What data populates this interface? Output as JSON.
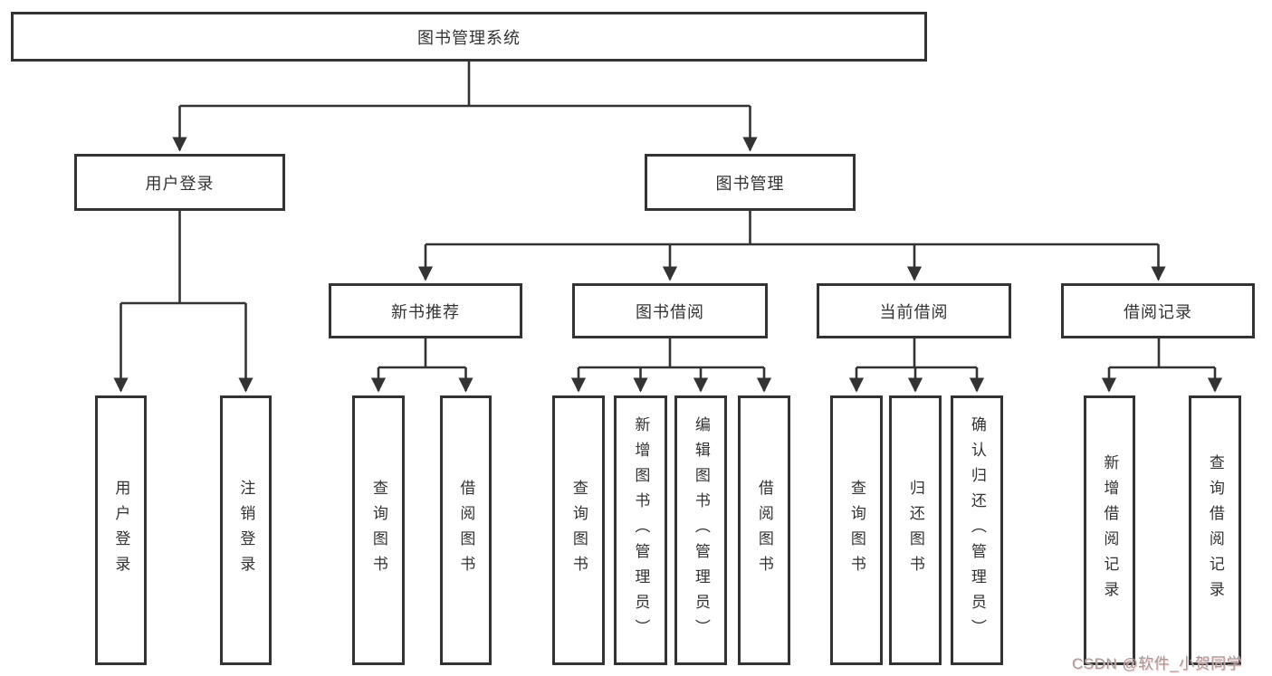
{
  "tree": {
    "label": "图书管理系统",
    "children": [
      {
        "label": "用户登录",
        "children": [
          {
            "label": "用户登录"
          },
          {
            "label": "注销登录"
          }
        ]
      },
      {
        "label": "图书管理",
        "children": [
          {
            "label": "新书推荐",
            "children": [
              {
                "label": "查询图书"
              },
              {
                "label": "借阅图书"
              }
            ]
          },
          {
            "label": "图书借阅",
            "children": [
              {
                "label": "查询图书"
              },
              {
                "label": "新增图书（管理员）"
              },
              {
                "label": "编辑图书（管理员）"
              },
              {
                "label": "借阅图书"
              }
            ]
          },
          {
            "label": "当前借阅",
            "children": [
              {
                "label": "查询图书"
              },
              {
                "label": "归还图书"
              },
              {
                "label": "确认归还（管理员）"
              }
            ]
          },
          {
            "label": "借阅记录",
            "children": [
              {
                "label": "新增借阅记录"
              },
              {
                "label": "查询借阅记录"
              }
            ]
          }
        ]
      }
    ]
  },
  "watermark": {
    "text": "CSDN @软件_小贺同学"
  },
  "colors": {
    "box_border": "#333333",
    "connector_line": "#333333",
    "arrowhead": "#333333",
    "watermark_gray": "#9e9e9e",
    "watermark_pink": "#ffb6b6",
    "background": "#ffffff"
  }
}
